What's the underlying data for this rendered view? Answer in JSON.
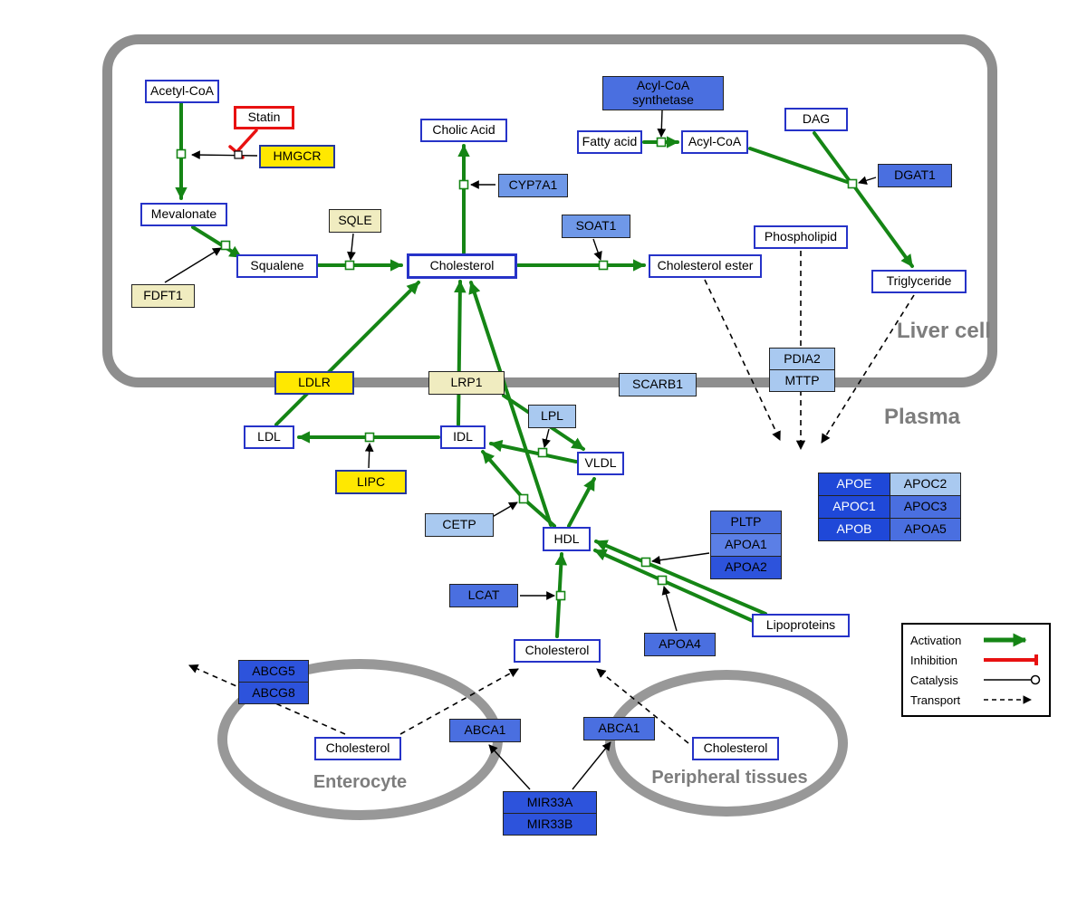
{
  "compartments": {
    "liver_label": "Liver cell",
    "plasma_label": "Plasma",
    "enterocyte_label": "Enterocyte",
    "peripheral_label": "Peripheral tissues"
  },
  "legend": {
    "activation": "Activation",
    "inhibition": "Inhibition",
    "catalysis": "Catalysis",
    "transport": "Transport"
  },
  "colors": {
    "activation_green": "#158515",
    "inhibition_red": "#e81111",
    "metabolite_border_blue": "#2633c8",
    "gene_yellow": "#ffe800",
    "gene_pale_yellow": "#f0ecc0",
    "gene_blue_light": "#a9c9f0",
    "gene_blue_medium": "#6f98e8",
    "gene_blue_royal": "#4a6fe0",
    "gene_blue_dark": "#1f48d8",
    "membrane_gray": "#8e8e8e"
  },
  "nodes": {
    "acetyl_coa": {
      "label": "Acetyl-CoA"
    },
    "statin": {
      "label": "Statin"
    },
    "hmgcr": {
      "label": "HMGCR"
    },
    "mevalonate": {
      "label": "Mevalonate"
    },
    "fdft1": {
      "label": "FDFT1"
    },
    "squalene": {
      "label": "Squalene"
    },
    "sqle": {
      "label": "SQLE"
    },
    "cholic_acid": {
      "label": "Cholic Acid"
    },
    "cyp7a1": {
      "label": "CYP7A1"
    },
    "cholesterol_liver": {
      "label": "Cholesterol"
    },
    "soat1": {
      "label": "SOAT1"
    },
    "cholesterol_ester": {
      "label": "Cholesterol ester"
    },
    "acyl_coa_synthetase": {
      "label": "Acyl-CoA synthetase"
    },
    "fatty_acid": {
      "label": "Fatty acid"
    },
    "acyl_coa": {
      "label": "Acyl-CoA"
    },
    "dag": {
      "label": "DAG"
    },
    "dgat1": {
      "label": "DGAT1"
    },
    "phospholipid": {
      "label": "Phospholipid"
    },
    "triglyceride": {
      "label": "Triglyceride"
    },
    "pdia2": {
      "label": "PDIA2"
    },
    "mttp": {
      "label": "MTTP"
    },
    "ldlr": {
      "label": "LDLR"
    },
    "lrp1": {
      "label": "LRP1"
    },
    "scarb1": {
      "label": "SCARB1"
    },
    "ldl": {
      "label": "LDL"
    },
    "idl": {
      "label": "IDL"
    },
    "lpl": {
      "label": "LPL"
    },
    "vldl": {
      "label": "VLDL"
    },
    "lipc": {
      "label": "LIPC"
    },
    "cetp": {
      "label": "CETP"
    },
    "hdl": {
      "label": "HDL"
    },
    "lcat": {
      "label": "LCAT"
    },
    "pltp": {
      "label": "PLTP"
    },
    "apoa1": {
      "label": "APOA1"
    },
    "apoa2": {
      "label": "APOA2"
    },
    "apoa4": {
      "label": "APOA4"
    },
    "lipoproteins": {
      "label": "Lipoproteins"
    },
    "apoe": {
      "label": "APOE"
    },
    "apoc2": {
      "label": "APOC2"
    },
    "apoc1": {
      "label": "APOC1"
    },
    "apoc3": {
      "label": "APOC3"
    },
    "apob": {
      "label": "APOB"
    },
    "apoa5": {
      "label": "APOA5"
    },
    "cholesterol_plasma": {
      "label": "Cholesterol"
    },
    "abcg5": {
      "label": "ABCG5"
    },
    "abcg8": {
      "label": "ABCG8"
    },
    "cholesterol_enterocyte": {
      "label": "Cholesterol"
    },
    "abca1_enterocyte": {
      "label": "ABCA1"
    },
    "abca1_peripheral": {
      "label": "ABCA1"
    },
    "mir33a": {
      "label": "MIR33A"
    },
    "mir33b": {
      "label": "MIR33B"
    },
    "cholesterol_peripheral": {
      "label": "Cholesterol"
    }
  }
}
